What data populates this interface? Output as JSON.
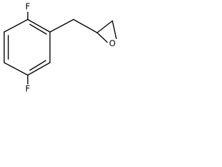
{
  "molecule": {
    "atoms": {
      "fluorine_top": "F",
      "fluorine_bottom": "F",
      "oxygen": "O"
    }
  }
}
